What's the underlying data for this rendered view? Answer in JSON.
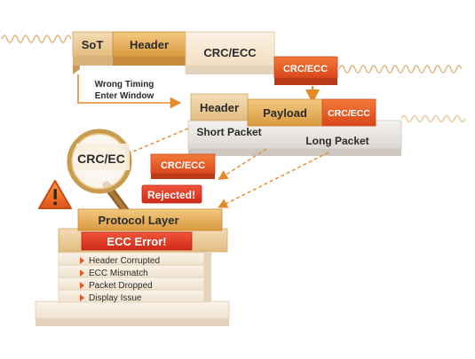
{
  "stream": {
    "sot": "SoT",
    "header": "Header",
    "crc_ecc_main": "CRC/ECC",
    "crc_ecc_small": "CRC/ECC"
  },
  "timing_note": {
    "line1": "Wrong Timing",
    "line2": "Enter Window"
  },
  "packet": {
    "header": "Header",
    "payload": "Payload",
    "crc_ecc": "CRC/ECC",
    "short_label": "Short Packet",
    "long_label": "Long Packet"
  },
  "magnifier": {
    "text": "CRC/EC"
  },
  "detached_crc": "CRC/ECC",
  "rejected": "Rejected!",
  "stack": {
    "protocol_layer": "Protocol Layer",
    "ecc_error": "ECC Error!",
    "items": [
      "Header Corrupted",
      "ECC Mismatch",
      "Packet Dropped",
      "Display Issue"
    ]
  },
  "icons": [
    "warning-icon",
    "magnifier-icon",
    "arrow-icon",
    "bullet-arrow-icon"
  ],
  "colors": {
    "block_light": "#f6e7d2",
    "block_tan": "#e8c690",
    "block_gold": "#e2a94e",
    "block_grey": "#e9e6e2",
    "crc_red": "#e45a1e",
    "error_red": "#e2331b",
    "arrow_orange": "#e48a2a",
    "text_dark": "#2b2b2b"
  }
}
